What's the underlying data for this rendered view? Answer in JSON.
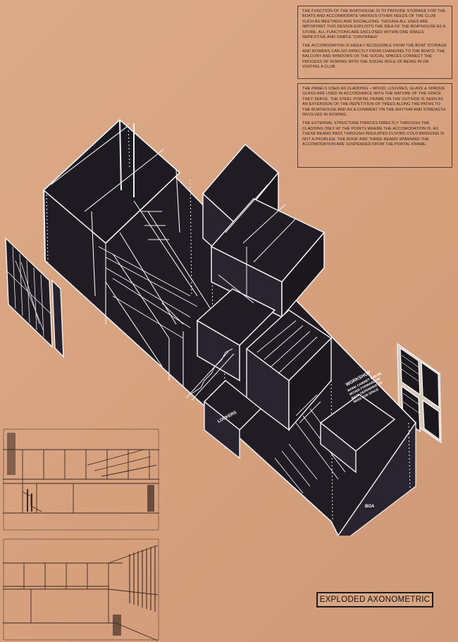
{
  "notes": {
    "block1": [
      "THE FUNCTION OF THE BOATHOUSE IS TO PROVIDE STORAGE FOR THE BOATS AND ACCOMMODATE VARIOUS OTHER NEEDS OF THE CLUB SUCH AS MEETINGS AND SOCIALIZING. THOUGH ALL USES ARE IMPORTANT THIS DESIGN EXPLOITS THE IDEA OF THE BOATHOUSE AS A STORE. ALL FUNCTIONS ARE ENCLOSED WITHIN ONE SINGLE REPETITIVE AND SIMPLE 'CONTAINER'",
      "THE ACCOMODATION IS HIGHLY ACCESSIBLE FROM THE BOAT STORAGE AND ROWERS CAN GO DIRECTLY FROM CHANGING TO THE BOATS. THE BALCONY AND WINDOWS OF THE SOCIAL SPACES CONNECT THE PROCESS OF ROWING WITH THE SOCIAL ROLE OF BEING IN OR VISITING A CLUB."
    ],
    "block2": [
      "THE PANELS USED AS CLADDING – WOOD, LOUVRES, GLASS & OPAQUE GLASS ARE USED IN ACCORDANCE WITH THE NATURE OF THE SPACE THEY SERVE. THE STEEL PORTAL FRAME ON THE OUTSIDE IS SEEN AS AN EXTENSION OF THE REPETITION OF TREES ALONG THE PATHS TO THE BOATHOUSE AND AS A COMMENT ON THE RHYTHM AND STRENGTH INVOLVED IN ROWING.",
      "THE EXTERNAL STRUCTURE PIERCES DIRECTLY THROUGH THE CLADDING ONLY AT THE POINTS WHERE THE ACCOMODATION IS. AS THESE BEAMS PASS THROUGH INSULATED FLOORS COLD BRIDGING IS NOT A PROBLEM. THE ROOF AND THREE BEAMS SPANNING THE ACCOMODATION ARE SUSPENDED FROM THE PORTAL FRAME."
    ]
  },
  "labels": {
    "workshop_title": "WORKSHOP",
    "workshop_note": [
      "WORK CABINET CAN BE",
      "MOVED FORWARD OR",
      "BACK DEPENDING ON",
      "NEED FOR SPACE"
    ],
    "lockers": "LOCKERS",
    "boats": "BOA"
  },
  "caption": "EXPLODED AXONOMETRIC",
  "colors": {
    "board": "#d9a582",
    "drawing_fill": "#211c24",
    "drawing_line": "#f2f2f2",
    "ink": "#2a1a14"
  }
}
